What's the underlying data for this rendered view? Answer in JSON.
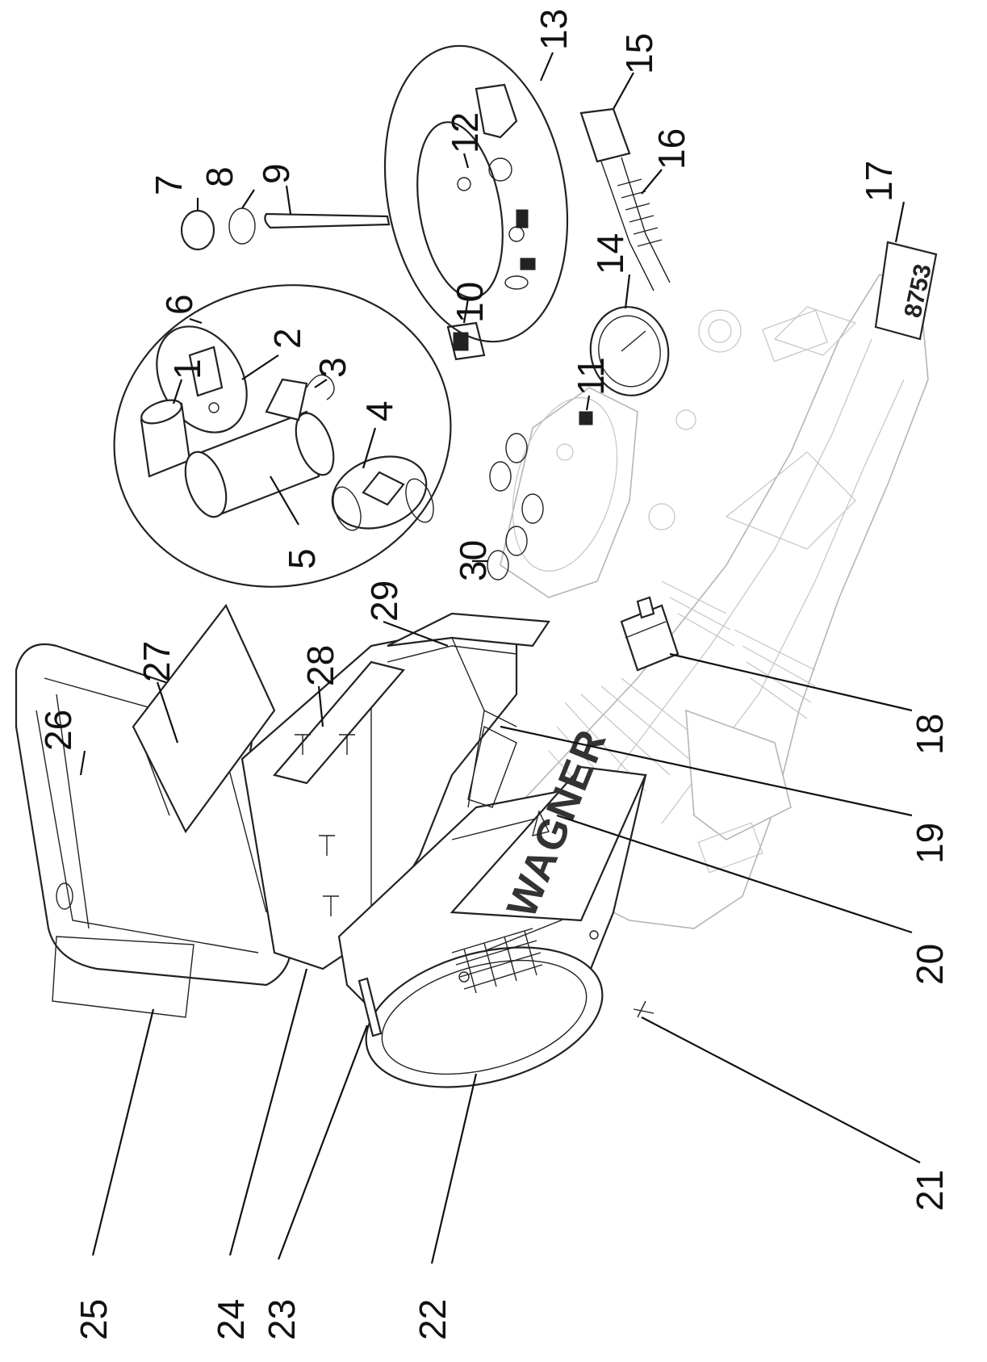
{
  "diagram": {
    "brand_text": "WAGNER",
    "decal_text": "8753",
    "callouts": [
      "1",
      "2",
      "3",
      "4",
      "5",
      "6",
      "7",
      "8",
      "9",
      "10",
      "11",
      "12",
      "13",
      "14",
      "15",
      "16",
      "17",
      "18",
      "19",
      "20",
      "21",
      "22",
      "23",
      "24",
      "25",
      "26",
      "27",
      "28",
      "29",
      "30"
    ]
  }
}
